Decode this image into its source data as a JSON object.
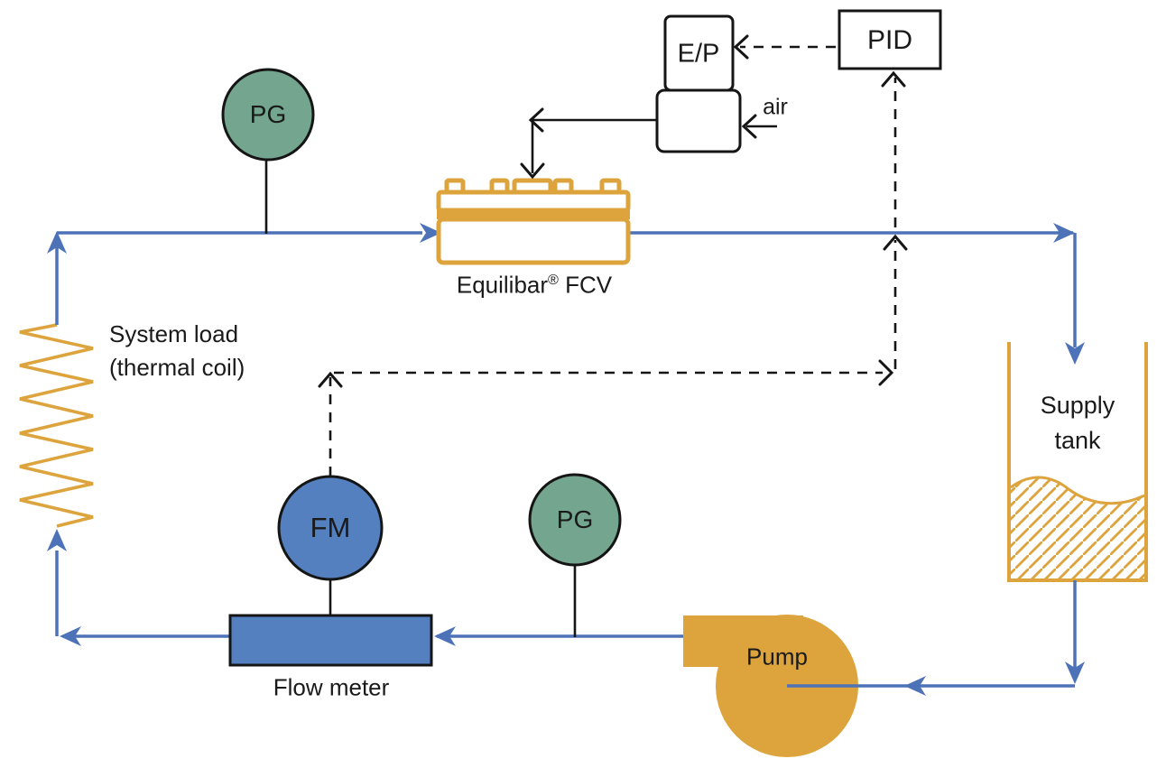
{
  "labels": {
    "pressure_gauge_top": "PG",
    "pressure_gauge_bottom": "PG",
    "flow_meter_sensor": "FM",
    "ep_converter": "E/P",
    "pid_controller": "PID",
    "air": "air",
    "valve_name": "Equilibar",
    "valve_trademark": "®",
    "valve_type": " FCV",
    "system_load_line1": "System load",
    "system_load_line2": "(thermal coil)",
    "flow_meter": "Flow meter",
    "pump": "Pump",
    "supply_tank_line1": "Supply",
    "supply_tank_line2": "tank"
  },
  "colors": {
    "pipe_blue": "#4d72b8",
    "component_blue": "#5480c0",
    "gauge_green": "#74a68f",
    "accent_orange": "#dda43d",
    "line_black": "#151515"
  }
}
